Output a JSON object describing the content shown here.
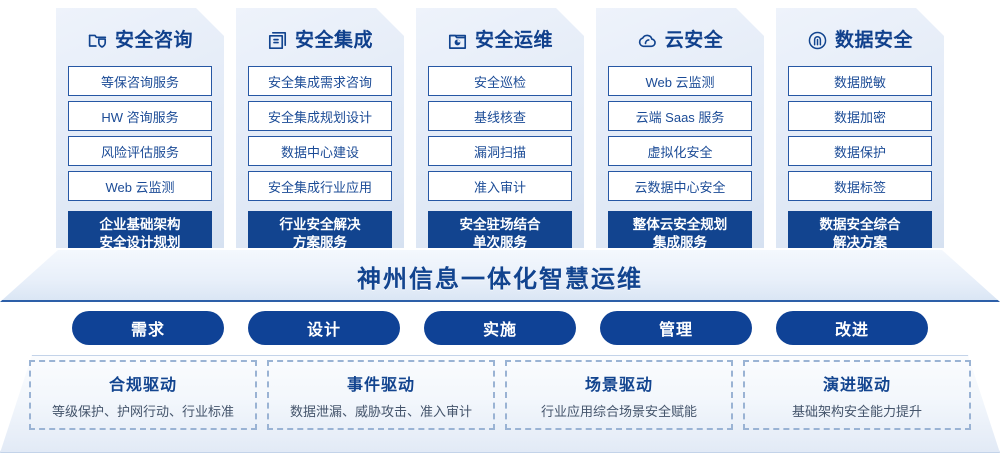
{
  "columns": [
    {
      "icon": "folder-shield-icon",
      "title": "安全咨询",
      "items": [
        "等保咨询服务",
        "HW 咨询服务",
        "风险评估服务",
        "Web 云监测"
      ],
      "highlight": [
        "企业基础架构",
        "安全设计规划"
      ]
    },
    {
      "icon": "server-rack-icon",
      "title": "安全集成",
      "items": [
        "安全集成需求咨询",
        "安全集成规划设计",
        "数据中心建设",
        "安全集成行业应用"
      ],
      "highlight": [
        "行业安全解决",
        "方案服务"
      ]
    },
    {
      "icon": "folder-chart-icon",
      "title": "安全运维",
      "items": [
        "安全巡检",
        "基线核查",
        "漏洞扫描",
        "准入审计"
      ],
      "highlight": [
        "安全驻场结合",
        "单次服务"
      ]
    },
    {
      "icon": "cloud-icon",
      "title": "云安全",
      "items": [
        "Web 云监测",
        "云端 Saas 服务",
        "虚拟化安全",
        "云数据中心安全"
      ],
      "highlight": [
        "整体云安全规划",
        "集成服务"
      ]
    },
    {
      "icon": "fingerprint-icon",
      "title": "数据安全",
      "items": [
        "数据脱敏",
        "数据加密",
        "数据保护",
        "数据标签"
      ],
      "highlight": [
        "数据安全综合",
        "解决方案"
      ]
    }
  ],
  "banner": {
    "text": "神州信息一体化智慧运维"
  },
  "phases": [
    "需求",
    "设计",
    "实施",
    "管理",
    "改进"
  ],
  "drivers": [
    {
      "title": "合规驱动",
      "subtitle": "等级保护、护网行动、行业标准"
    },
    {
      "title": "事件驱动",
      "subtitle": "数据泄漏、威胁攻击、准入审计"
    },
    {
      "title": "场景驱动",
      "subtitle": "行业应用综合场景安全赋能"
    },
    {
      "title": "演进驱动",
      "subtitle": "基础架构安全能力提升"
    }
  ],
  "colors": {
    "brand_blue": "#12448f",
    "pill_blue": "#0f4296",
    "item_border": "#2657a4",
    "card_bg": "#e6edf8",
    "dashed_border": "#9ab3d4",
    "sub_text": "#44546b"
  }
}
